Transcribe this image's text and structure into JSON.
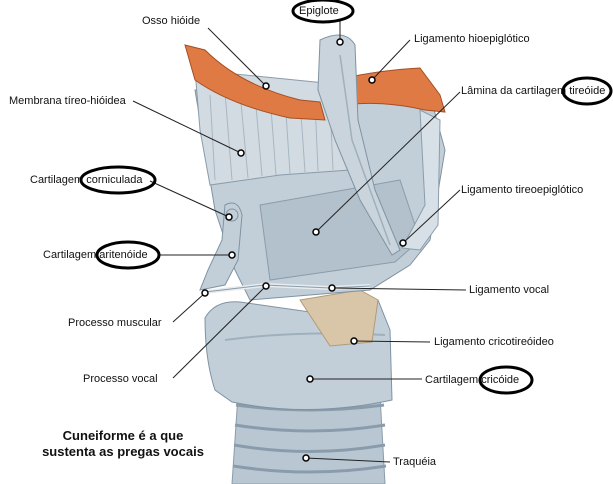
{
  "labels": {
    "epiglote": "Epiglote",
    "osso_hioide": "Osso hióide",
    "ligamento_hioepiglotico": "Ligamento hioepiglótico",
    "membrana_tireo_hioidea": "Membrana tíreo-hióidea",
    "lamina_prefix": "Lâmina da cartilagem",
    "lamina_circled": "tireóide",
    "cartilagem_prefix_1": "Cartilagem",
    "corniculada": "corniculada",
    "ligamento_tireoepiglotico": "Ligamento tireoepiglótico",
    "cartilagem_prefix_2": "Cartilagem",
    "aritenoide": "aritenóide",
    "ligamento_vocal": "Ligamento vocal",
    "processo_muscular": "Processo muscular",
    "ligamento_cricotireoideo": "Ligamento cricotireóideo",
    "processo_vocal": "Processo vocal",
    "cartilagem_prefix_3": "Cartilagem",
    "cricoide": "cricóide",
    "traqueia": "Traquéia"
  },
  "note": {
    "line1": "Cuneiforme é a que",
    "line2": "sustenta as pregas vocais"
  },
  "colors": {
    "cartilage": "#c3cfd8",
    "cartilage_shadow": "#9fb0bd",
    "bone": "#e07a45",
    "ligament": "#d9c6a8",
    "circle": "#000000"
  }
}
